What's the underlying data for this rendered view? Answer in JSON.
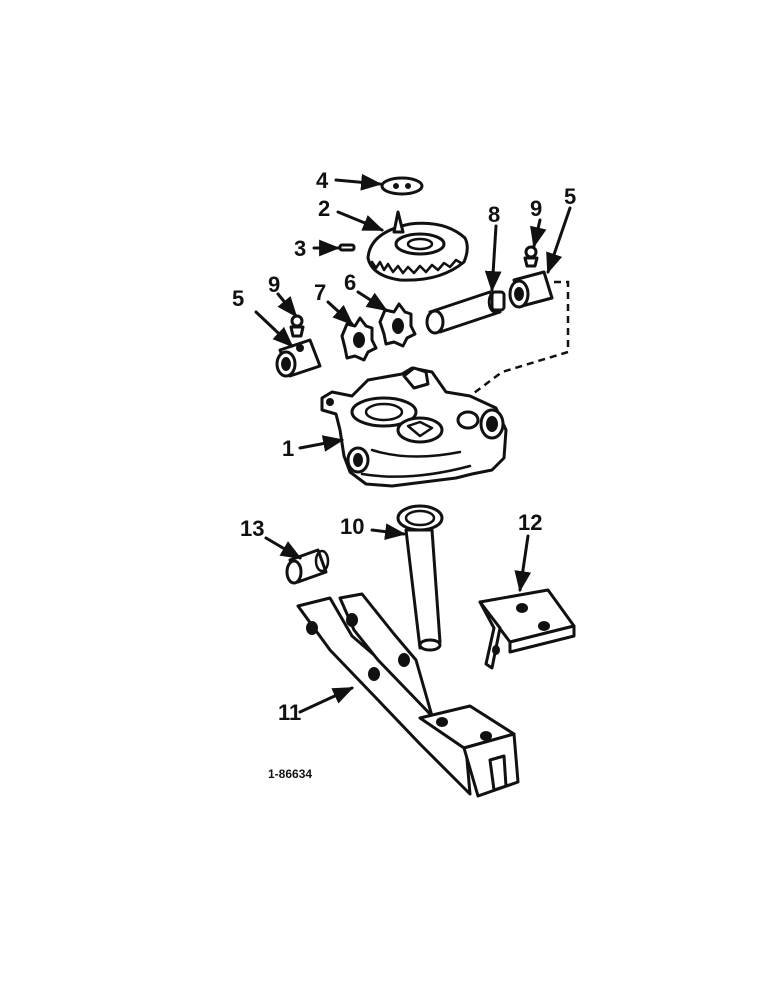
{
  "diagram": {
    "reference_code": "1-86634",
    "callouts": [
      {
        "id": "c1",
        "label": "1"
      },
      {
        "id": "c2",
        "label": "2"
      },
      {
        "id": "c3",
        "label": "3"
      },
      {
        "id": "c4",
        "label": "4"
      },
      {
        "id": "c5a",
        "label": "5"
      },
      {
        "id": "c5b",
        "label": "5"
      },
      {
        "id": "c6",
        "label": "6"
      },
      {
        "id": "c7",
        "label": "7"
      },
      {
        "id": "c8",
        "label": "8"
      },
      {
        "id": "c9a",
        "label": "9"
      },
      {
        "id": "c9b",
        "label": "9"
      },
      {
        "id": "c10",
        "label": "10"
      },
      {
        "id": "c11",
        "label": "11"
      },
      {
        "id": "c12",
        "label": "12"
      },
      {
        "id": "c13",
        "label": "13"
      }
    ],
    "colors": {
      "ink": "#111111",
      "paper": "#ffffff"
    }
  }
}
